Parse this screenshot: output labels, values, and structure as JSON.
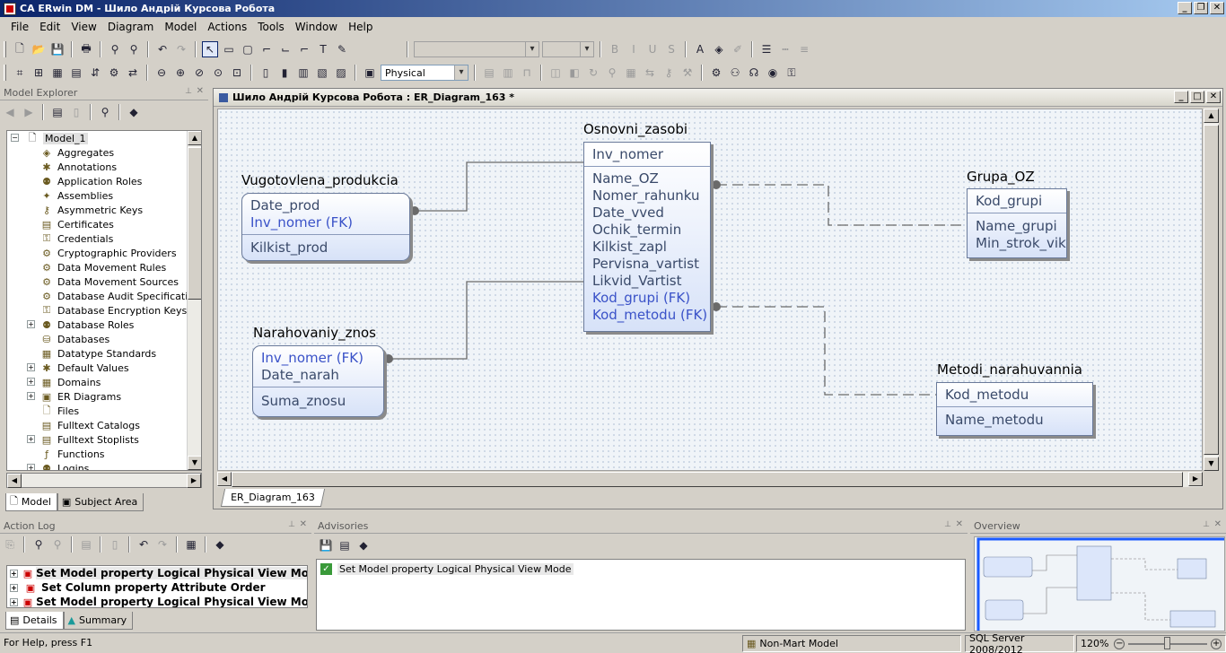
{
  "app": {
    "title": "CA ERwin DM - Шило Андрій Курсова Робота"
  },
  "menu": [
    "File",
    "Edit",
    "View",
    "Diagram",
    "Model",
    "Actions",
    "Tools",
    "Window",
    "Help"
  ],
  "toolbar": {
    "view_mode": "Physical"
  },
  "explorer": {
    "title": "Model Explorer",
    "root": "Model_1",
    "items": [
      {
        "label": "Aggregates",
        "icon": "aggregate-icon",
        "expandable": false
      },
      {
        "label": "Annotations",
        "icon": "annotation-icon",
        "expandable": false
      },
      {
        "label": "Application Roles",
        "icon": "application-role-icon",
        "expandable": false
      },
      {
        "label": "Assemblies",
        "icon": "assembly-icon",
        "expandable": false
      },
      {
        "label": "Asymmetric Keys",
        "icon": "asymmetric-key-icon",
        "expandable": false
      },
      {
        "label": "Certificates",
        "icon": "certificate-icon",
        "expandable": false
      },
      {
        "label": "Credentials",
        "icon": "credential-icon",
        "expandable": false
      },
      {
        "label": "Cryptographic Providers",
        "icon": "crypto-provider-icon",
        "expandable": false
      },
      {
        "label": "Data Movement Rules",
        "icon": "data-movement-rule-icon",
        "expandable": false
      },
      {
        "label": "Data Movement Sources",
        "icon": "data-movement-source-icon",
        "expandable": false
      },
      {
        "label": "Database Audit Specificati...",
        "icon": "audit-spec-icon",
        "expandable": false
      },
      {
        "label": "Database Encryption Keys",
        "icon": "encryption-key-icon",
        "expandable": false
      },
      {
        "label": "Database Roles",
        "icon": "database-role-icon",
        "expandable": true
      },
      {
        "label": "Databases",
        "icon": "database-icon",
        "expandable": false
      },
      {
        "label": "Datatype Standards",
        "icon": "datatype-standard-icon",
        "expandable": false
      },
      {
        "label": "Default Values",
        "icon": "default-value-icon",
        "expandable": true
      },
      {
        "label": "Domains",
        "icon": "domain-icon",
        "expandable": true
      },
      {
        "label": "ER Diagrams",
        "icon": "er-diagram-icon",
        "expandable": true
      },
      {
        "label": "Files",
        "icon": "file-icon",
        "expandable": false
      },
      {
        "label": "Fulltext Catalogs",
        "icon": "fulltext-catalog-icon",
        "expandable": false
      },
      {
        "label": "Fulltext Stoplists",
        "icon": "fulltext-stoplist-icon",
        "expandable": true
      },
      {
        "label": "Functions",
        "icon": "function-icon",
        "expandable": false
      },
      {
        "label": "Logins",
        "icon": "login-icon",
        "expandable": true
      }
    ],
    "tabs": [
      "Model",
      "Subject Area"
    ]
  },
  "diagram": {
    "window_title": "Шило Андрій Курсова Робота : ER_Diagram_163 *",
    "tab": "ER_Diagram_163",
    "entities": {
      "osnovni": {
        "name": "Osnovni_zasobi",
        "keys": [
          "Inv_nomer"
        ],
        "attrs": [
          "Name_OZ",
          "Nomer_rahunku",
          "Date_vved",
          "Ochik_termin",
          "Kilkist_zapl",
          "Pervisna_vartist",
          "Likvid_Vartist",
          "Kod_grupi (FK)",
          "Kod_metodu (FK)"
        ]
      },
      "vugotovlena": {
        "name": "Vugotovlena_produkcia",
        "keys": [
          "Date_prod",
          "Inv_nomer (FK)"
        ],
        "attrs": [
          "Kilkist_prod"
        ]
      },
      "grupa": {
        "name": "Grupa_OZ",
        "keys": [
          "Kod_grupi"
        ],
        "attrs": [
          "Name_grupi",
          "Min_strok_vik"
        ]
      },
      "narahovaniy": {
        "name": "Narahovaniy_znos",
        "keys": [
          "Inv_nomer (FK)",
          "Date_narah"
        ],
        "attrs": [
          "Suma_znosu"
        ]
      },
      "metodi": {
        "name": "Metodi_narahuvannia",
        "keys": [
          "Kod_metodu"
        ],
        "attrs": [
          "Name_metodu"
        ]
      }
    }
  },
  "action_log": {
    "title": "Action Log",
    "items": [
      "Set Model property Logical Physical View Mode",
      "Set Column property Attribute Order",
      "Set Model property Logical Physical View Mode"
    ],
    "tabs": [
      "Details",
      "Summary"
    ]
  },
  "advisories": {
    "title": "Advisories",
    "items": [
      "Set Model property Logical Physical View Mode"
    ]
  },
  "overview": {
    "title": "Overview"
  },
  "status": {
    "help": "For Help, press F1",
    "mart": "Non-Mart Model",
    "db": "SQL Server 2008/2012",
    "zoom": "120%"
  }
}
